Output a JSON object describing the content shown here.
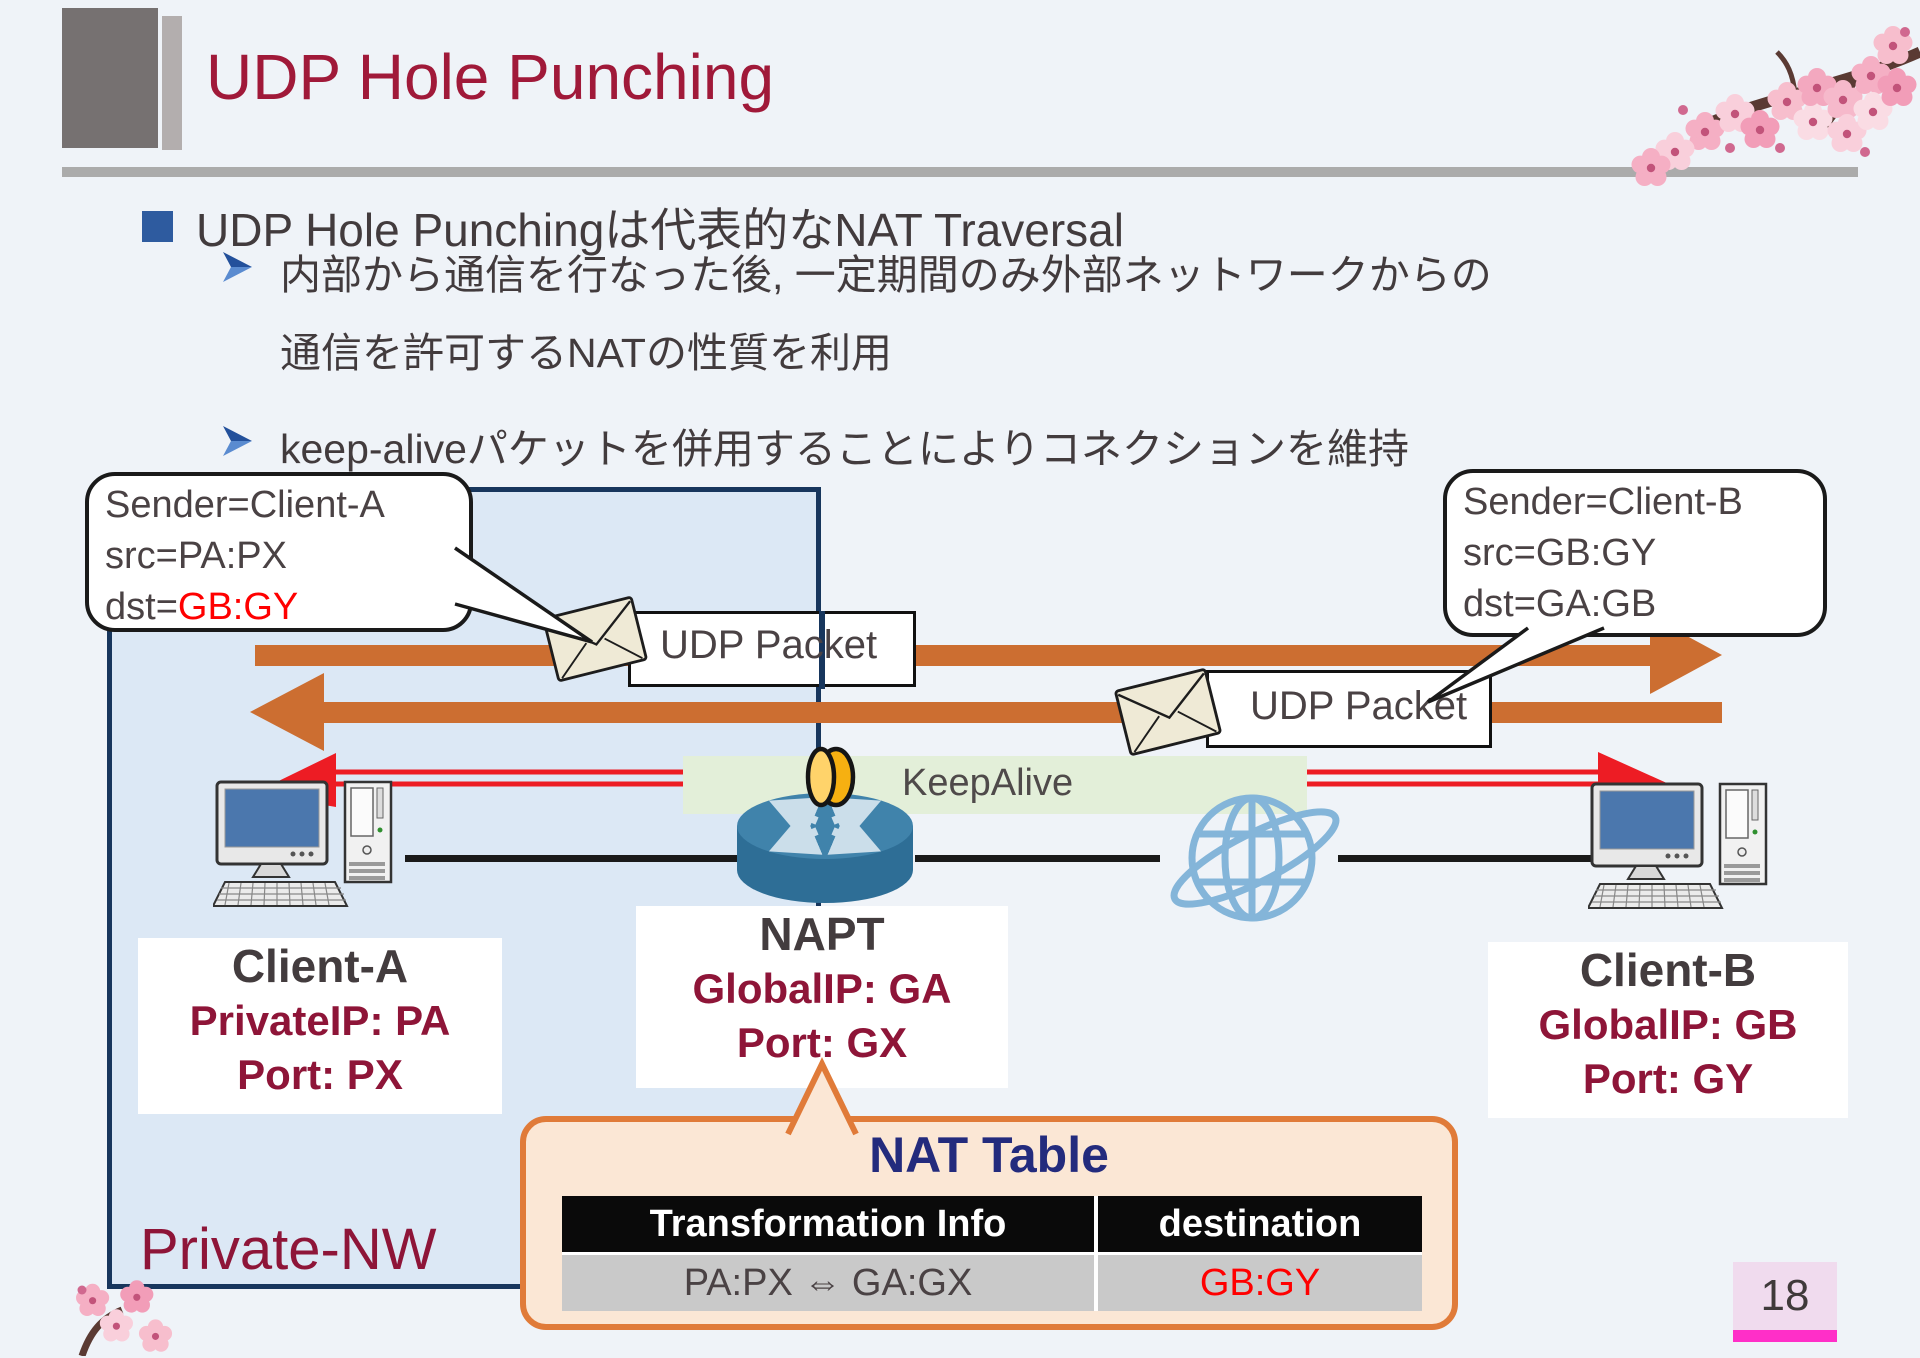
{
  "slide": {
    "title": "UDP Hole Punching",
    "page_number": "18"
  },
  "bullets": {
    "main": "UDP Hole Punchingは代表的なNAT Traversal",
    "sub1_line1": "内部から通信を行なった後, 一定期間のみ外部ネットワークからの",
    "sub1_line2": "通信を許可するNATの性質を利用",
    "sub2": "keep-aliveパケットを併用することによりコネクションを維持"
  },
  "bubble_left": {
    "line1": "Sender=Client-A",
    "line2": "src=PA:PX",
    "line3_prefix": "dst=",
    "line3_value": "GB:GY"
  },
  "bubble_right": {
    "line1": "Sender=Client-B",
    "line2": "src=GB:GY",
    "line3": "dst=GA:GB"
  },
  "packet_labels": {
    "first": "UDP Packet",
    "second": "UDP Packet"
  },
  "keepalive_label": "KeepAlive",
  "nodes": {
    "client_a": {
      "name": "Client-A",
      "ip": "PrivateIP: PA",
      "port": "Port: PX"
    },
    "napt": {
      "name": "NAPT",
      "ip": "GlobalIP: GA",
      "port": "Port: GX"
    },
    "client_b": {
      "name": "Client-B",
      "ip": "GlobalIP: GB",
      "port": "Port: GY"
    }
  },
  "network_label": "Private-NW",
  "nat_table": {
    "title": "NAT Table",
    "headers": [
      "Transformation Info",
      "destination"
    ],
    "row": {
      "transformation": "PA:PX ⇔ GA:GX",
      "destination": "GB:GY"
    }
  },
  "colors": {
    "title_red": "#A01939",
    "label_red": "#8E1538",
    "navy_border": "#17365D",
    "table_title_navy": "#232B7D",
    "orange_arrow": "#CC6E31",
    "keepalive_red": "#ED1C24",
    "highlight_red": "#FF0000",
    "keepalive_band": "#E3EFD9",
    "callout_orange": "#E07B39",
    "callout_fill": "#FBE7D5",
    "bullet_blue": "#2E5B9F",
    "private_box_fill": "#DCE8F5",
    "page_box_pink": "#F0DBEE",
    "page_bar_magenta": "#FF2FC8"
  }
}
